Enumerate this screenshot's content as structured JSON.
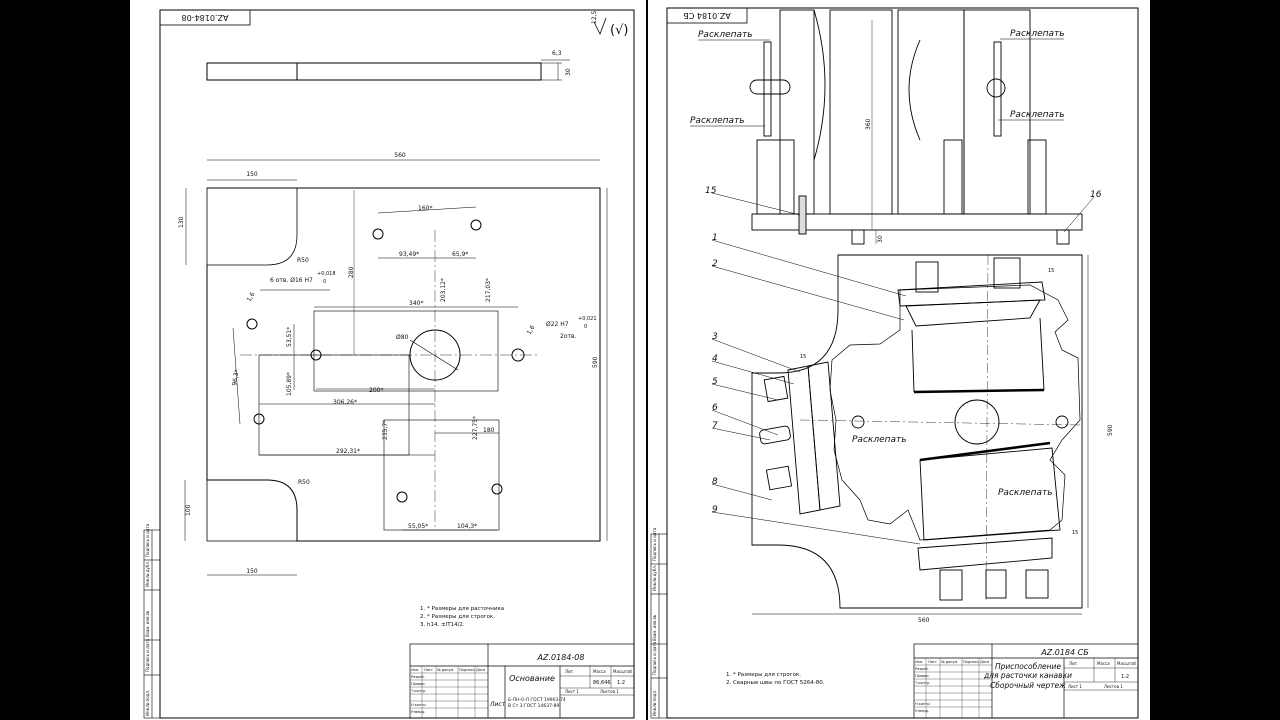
{
  "left_sheet": {
    "stamp_top": "AZ.0184-08",
    "roughness": "12,5",
    "roughness_paren": "(√)",
    "side_view": {
      "thickness": "30",
      "chamfer": "6,3"
    },
    "dims": {
      "total_width": "560",
      "corner_width_top": "150",
      "corner_width_bottom": "150",
      "corner_height_top": "130",
      "corner_height_bottom": "100",
      "radius_top": "R50",
      "radius_bottom": "R50",
      "total_height": "590",
      "d160": "160*",
      "d280": "280",
      "d93": "93,49*",
      "d65": "65,9*",
      "d340": "340*",
      "d203": "203,12*",
      "d217": "217,03*",
      "d80": "Ø80",
      "d53": "53,51*",
      "d105": "105,89*",
      "d200": "200*",
      "d306": "306,26*",
      "d96": "96,3*",
      "d235": "235,7*",
      "d227": "227,75*",
      "d180": "180",
      "d292": "292,31*",
      "d55": "55,05*",
      "d104": "104,3*",
      "ch16a": "1,6",
      "ch16b": "1,6"
    },
    "hole_callout_1": "6 отв. Ø16 H7",
    "hole_tol_1": "+0,018",
    "hole_tol_1b": "0",
    "hole_callout_2": "Ø22 H7",
    "hole_tol_2": "+0,021",
    "hole_tol_2b": "0",
    "hole_count_2": "2отв.",
    "notes": [
      "1. * Размеры для расточника",
      "2. * Размеры для строгок.",
      "3. h14, ±IT14/2."
    ],
    "title_block": {
      "code": "AZ.0184-08",
      "name": "Основание",
      "mass": "86,646",
      "scale": "1:2",
      "lit": "Лит.",
      "mass_label": "Масса",
      "scale_label": "Масштаб",
      "sheet": "Лист 1",
      "sheets": "Листов 1",
      "material_1": "Б-ПН-0-Л ГОСТ 19903-74",
      "material_2": "В Ст 3 ГОСТ 14637-89",
      "list_word": "Лист",
      "rows": [
        "Изм.",
        "Лист",
        "№ докум.",
        "Подпись",
        "Дата",
        "Разраб.",
        "Провер.",
        "Т.контр.",
        "Н.контр.",
        "Утверд."
      ]
    },
    "side_strip": [
      "Инв.№ подл.",
      "Подпись и дата",
      "Взам. инв.№",
      "Инв.№ дубл.",
      "Подпись и дата"
    ]
  },
  "right_sheet": {
    "stamp_top": "AZ.0184 СБ",
    "rivet_label": "Расклепать",
    "dims": {
      "d360": "360",
      "d30": "30",
      "d560": "560",
      "d590": "590",
      "w15a": "15",
      "w15b": "15",
      "w15c": "15"
    },
    "positions": [
      "1",
      "2",
      "3",
      "4",
      "5",
      "6",
      "7",
      "8",
      "9",
      "15",
      "16"
    ],
    "notes": [
      "1. * Размеры для строгок.",
      "2. Сварные швы по ГОСТ 5264-80."
    ],
    "title_block": {
      "code": "AZ.0184 СБ",
      "name_1": "Приспособление",
      "name_2": "для расточки канавки",
      "name_3": "Сборочный чертеж",
      "scale": "1:2",
      "lit": "Лит.",
      "mass_label": "Масса",
      "scale_label": "Масштаб",
      "sheet": "Лист 1",
      "sheets": "Листов 1",
      "rows": [
        "Изм.",
        "Лист",
        "№ докум.",
        "Подпись",
        "Дата",
        "Разраб.",
        "Провер.",
        "Т.контр.",
        "Н.контр.",
        "Утверд."
      ]
    },
    "side_strip": [
      "Инв.№ подл.",
      "Подпись и дата",
      "Взам. инв.№",
      "Инв.№ дубл.",
      "Подпись и дата"
    ]
  }
}
